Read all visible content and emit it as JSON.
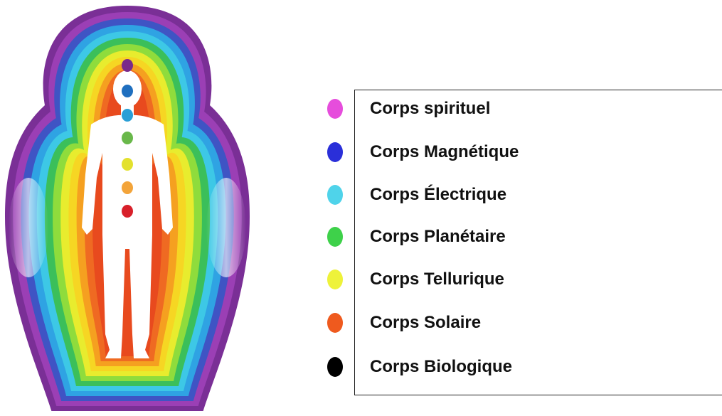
{
  "colors": {
    "aura_layers": [
      "#7a2f96",
      "#9b3fb5",
      "#3f54c4",
      "#2fa3e3",
      "#3dc8e6",
      "#3bbf5a",
      "#8fdc3c",
      "#e8ec2e",
      "#f6d623",
      "#f5a020",
      "#ef6a22",
      "#e84a1e"
    ],
    "chakras": [
      "#7a2a8a",
      "#1f6fbf",
      "#2a9fd6",
      "#69b84a",
      "#e3e12e",
      "#f3a43a",
      "#d8202a"
    ]
  },
  "legend": {
    "items": [
      {
        "label": "Corps spirituel",
        "color": "#e64ddc",
        "icon": "magenta-circle-icon"
      },
      {
        "label": "Corps Magnétique",
        "color": "#2a2fd9",
        "icon": "blue-circle-icon"
      },
      {
        "label": "Corps Électrique",
        "color": "#4fd3ea",
        "icon": "cyan-circle-icon"
      },
      {
        "label": "Corps Planétaire",
        "color": "#3ed14a",
        "icon": "green-circle-icon"
      },
      {
        "label": "Corps Tellurique",
        "color": "#eef23a",
        "icon": "yellow-circle-icon"
      },
      {
        "label": "Corps Solaire",
        "color": "#ef5a1e",
        "icon": "orange-circle-icon"
      },
      {
        "label": "Corps Biologique",
        "color": "#000000",
        "icon": "black-circle-icon"
      }
    ]
  }
}
